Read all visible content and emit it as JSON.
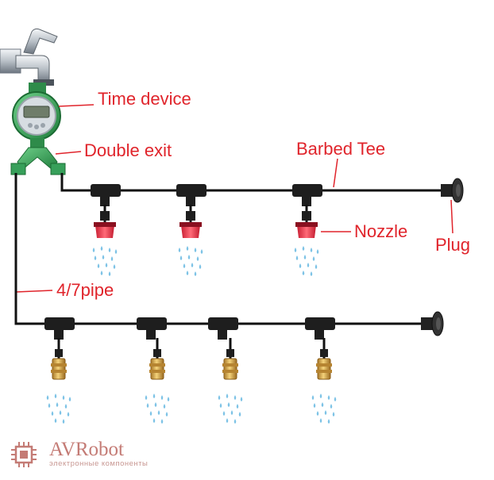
{
  "labels": {
    "time_device": "Time device",
    "double_exit": "Double exit",
    "barbed_tee": "Barbed Tee",
    "nozzle": "Nozzle",
    "plug": "Plug",
    "pipe": "4/7pipe"
  },
  "brand": {
    "name": "AVRobot",
    "tagline": "электронные компоненты"
  },
  "colors": {
    "label": "#e0242b",
    "pipe": "#111111",
    "nozzle_red": "#e8394a",
    "brass": "#d9a94a",
    "water": "#7ec3e6",
    "timer_green": "#3aa55a",
    "brand": "#c47b75"
  }
}
